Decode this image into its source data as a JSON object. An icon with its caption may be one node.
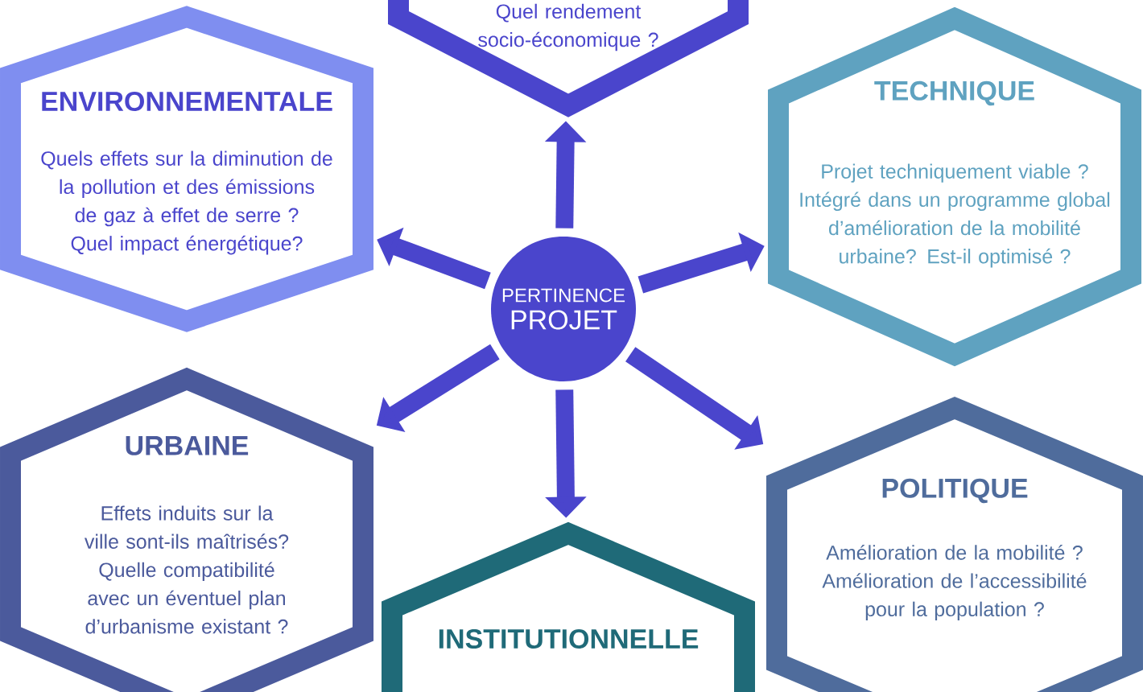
{
  "diagram": {
    "nodes": [
      {
        "text": [
          "Quel rendement socio-économique ?"
        ]
      },
      {
        "text": [
          "ENVIRONNEMENTALE",
          "Quels effets sur la diminution de la pollution et des émissions de gaz à effet de serre ? Quel impact énergétique?"
        ]
      },
      {
        "text": [
          "TECHNIQUE",
          "Projet techniquement viable ? Intégré dans un programme global d’amélioration de la mobilité urbaine? Est-il optimisé ?"
        ]
      },
      {
        "text": [
          "PERTINENCE",
          "PROJET"
        ]
      },
      {
        "text": [
          "URBAINE",
          "Effets induits sur la ville sont-ils maîtrisés? Quelle compatibilité avec un éventuel plan d’urbanisme existant ?"
        ]
      },
      {
        "text": [
          "POLITIQUE",
          "Amélioration de la mobilité ? Amélioration de l’accessibilité pour la population ?"
        ]
      },
      {
        "text": [
          "INSTITUTIONNELLE"
        ]
      }
    ],
    "edges": [
      {
        "from": 3,
        "to": 0,
        "arrow": "to"
      },
      {
        "from": 3,
        "to": 1,
        "arrow": "to"
      },
      {
        "from": 3,
        "to": 2,
        "arrow": "to"
      },
      {
        "from": 3,
        "to": 4,
        "arrow": "to"
      },
      {
        "from": 3,
        "to": 5,
        "arrow": "to"
      },
      {
        "from": 3,
        "to": 6,
        "arrow": "to"
      }
    ]
  }
}
